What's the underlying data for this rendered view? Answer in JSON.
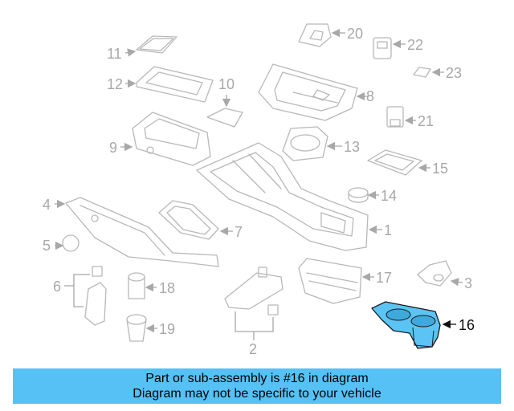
{
  "callouts": [
    "1",
    "2",
    "3",
    "4",
    "5",
    "6",
    "7",
    "8",
    "9",
    "10",
    "11",
    "12",
    "13",
    "14",
    "15",
    "16",
    "17",
    "18",
    "19",
    "20",
    "21",
    "22",
    "23"
  ],
  "highlight_callout": "16",
  "colors": {
    "banner": "#55c1f5",
    "highlight_fill": "#5bc4f5",
    "line_art": "#b8b8b8",
    "label": "#a8a8a8"
  },
  "banner": {
    "line1": "Part or sub-assembly is #16 in diagram",
    "line2": "Diagram may not be specific to your vehicle"
  }
}
